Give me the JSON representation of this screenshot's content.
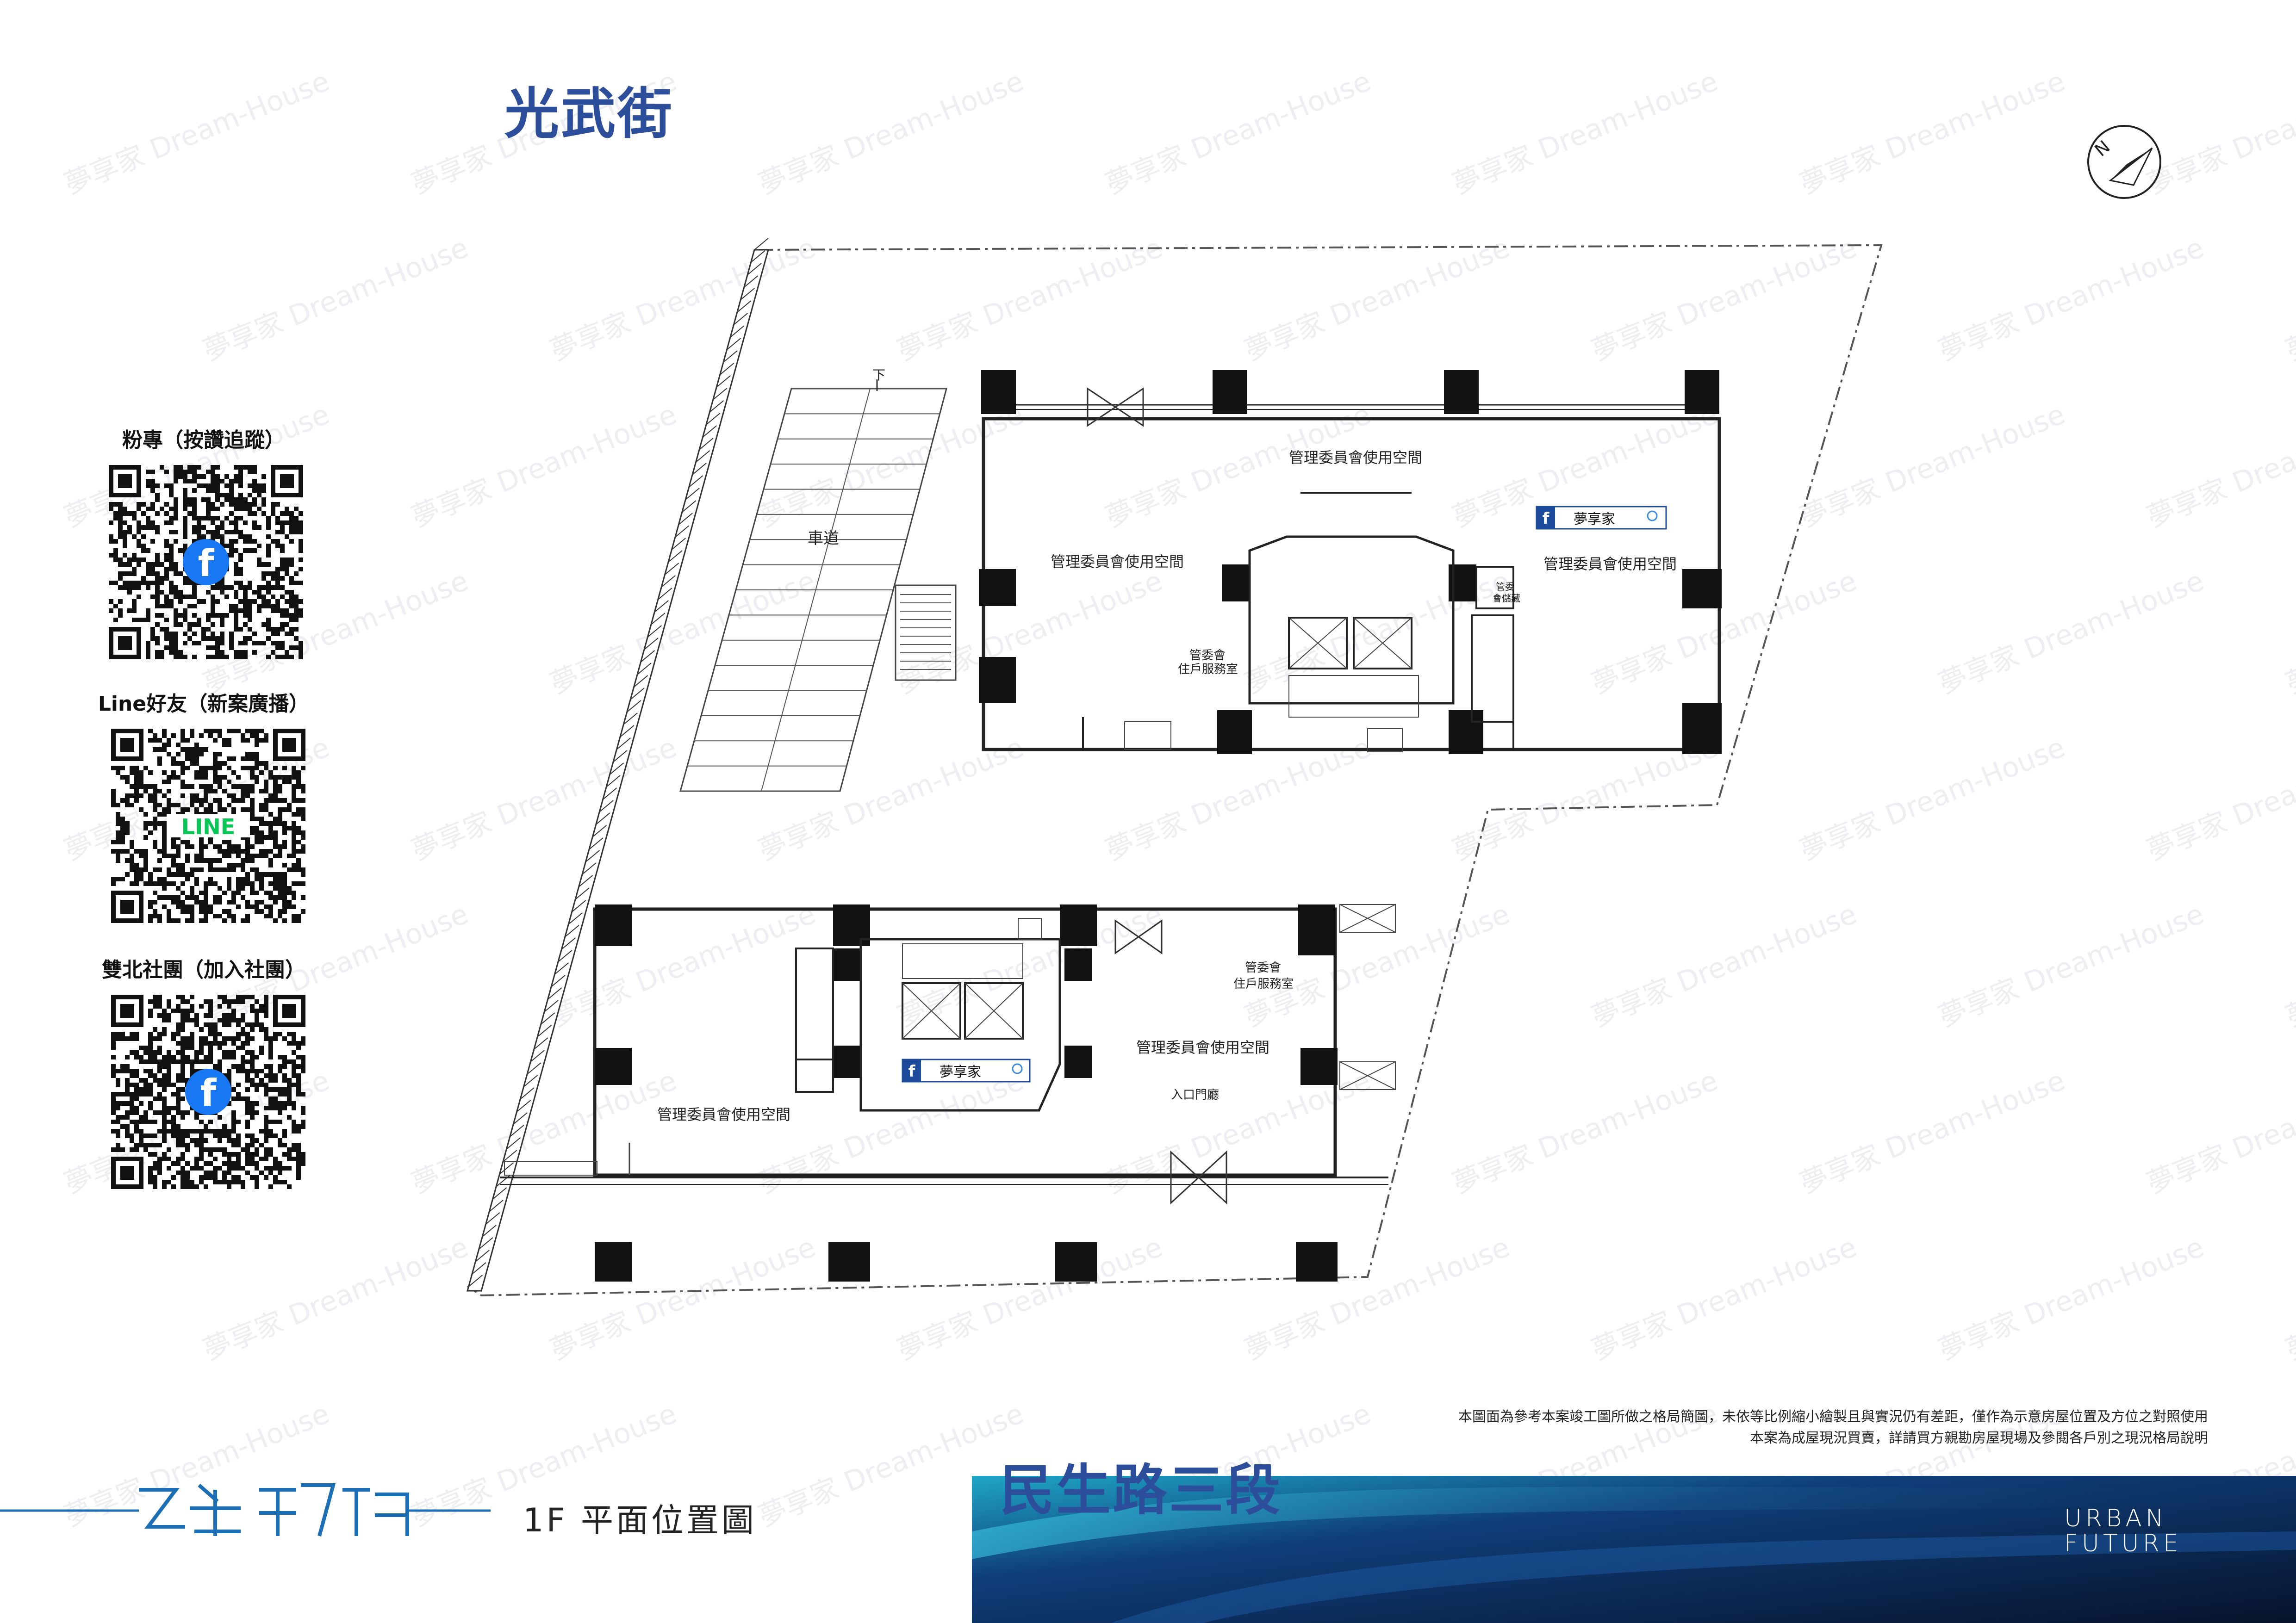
{
  "street_top": "光武街",
  "street_bottom": "民生路三段",
  "floor_title": "1F 平面位置圖",
  "social": {
    "fanpage_label": "粉專（按讚追蹤）",
    "line_label": "Line好友（新案廣播）",
    "community_label": "雙北社團（加入社團）",
    "line_logo_text": "LINE"
  },
  "plan": {
    "ramp_label": "車道",
    "down_mark": "下",
    "upper_mgmt_top": "管理委員會使用空間",
    "upper_mgmt_left": "管理委員會使用空間",
    "upper_mgmt_right": "管理委員會使用空間",
    "upper_service_1": "管委會",
    "upper_service_2": "住戶服務室",
    "upper_small_room_1": "管委",
    "upper_small_room_2": "會儲藏",
    "lower_service_1": "管委會",
    "lower_service_2": "住戶服務室",
    "lower_mgmt_right": "管理委員會使用空間",
    "lower_mgmt_left": "管理委員會使用空間",
    "lower_entrance": "入口門廳",
    "badge_text": "夢享家",
    "badge_icon": "f"
  },
  "watermark": "夢享家 Dream-House",
  "disclaimer": {
    "line1": "本圖面為參考本案竣工圖所做之格局簡圖，未依等比例縮小繪製且與實況仍有差距，僅作為示意房屋位置及方位之對照使用",
    "line2": "本案為成屋現況買賣，詳請買方親勘房屋現場及參閱各戶別之現況格局說明"
  },
  "brand": {
    "urban_line1": "URBAN",
    "urban_line2": "FUTURE"
  },
  "colors": {
    "street": "#2d4f9b",
    "band_dark": "#0a1a3a",
    "band_teal": "#1fa6c7",
    "logo": "#1d6fb5",
    "facebook": "#1877f2",
    "line": "#06c755"
  }
}
